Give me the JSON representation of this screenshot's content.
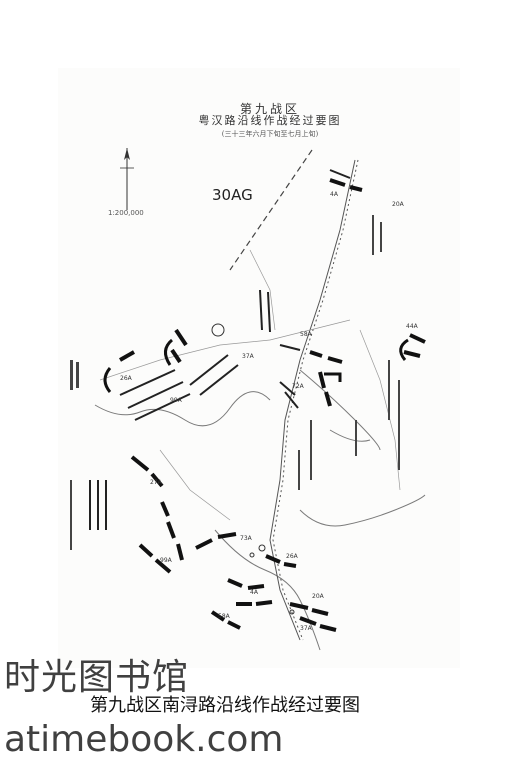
{
  "map": {
    "title_line1": "第九战区",
    "title_line2": "粤汉路沿线作战经过要图",
    "date_note": "(三十三年六月下旬至七月上旬)",
    "army_label": "30AG",
    "scale": "1:200,000",
    "unit_labels": [
      "44A",
      "4A",
      "20A",
      "37A",
      "58A",
      "26A",
      "99A",
      "72A",
      "27A",
      "73A",
      "4A",
      "20A",
      "58A",
      "37A",
      "99A",
      "26A"
    ],
    "colors": {
      "ink": "#1a1a1a",
      "paper": "#fcfcfb",
      "faint": "#8a8a8a"
    }
  },
  "caption": "第九战区南浔路沿线作战经过要图",
  "watermark": {
    "chinese": "时光图书馆",
    "english": "atimebook.com"
  }
}
